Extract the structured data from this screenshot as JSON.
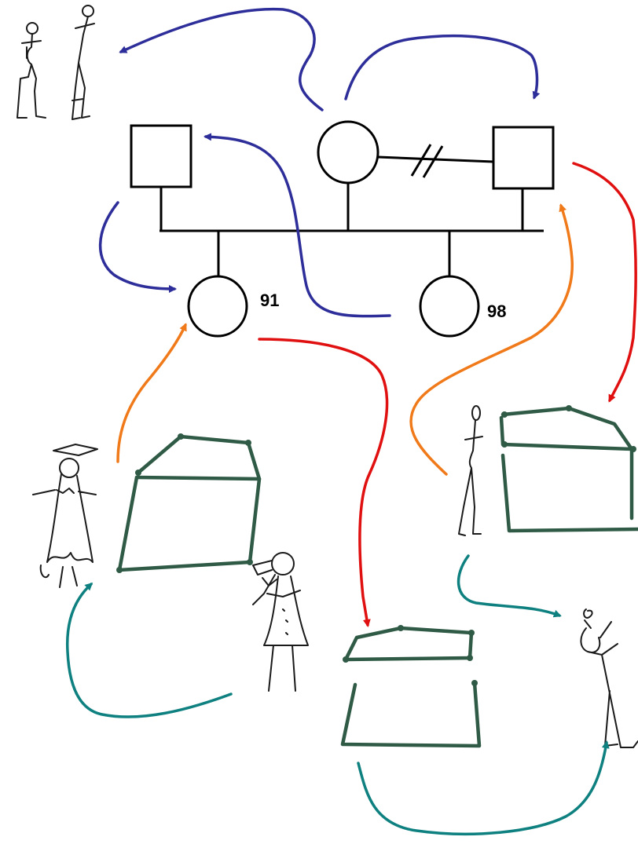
{
  "pedigree": {
    "daughter_1": {
      "symbol": "female",
      "label": "91"
    },
    "daughter_2": {
      "symbol": "female",
      "label": "98"
    },
    "father_1": {
      "symbol": "male"
    },
    "mother": {
      "symbol": "female"
    },
    "father_2": {
      "symbol": "male"
    },
    "divorce_marker": "//"
  },
  "colors": {
    "arrow_blue": "#2e2e9a",
    "arrow_red": "#e01010",
    "arrow_orange": "#f07a1a",
    "arrow_teal": "#0f8080",
    "sketch_green": "#2f5a45",
    "sketch_black": "#1a1a1a"
  },
  "sketches": [
    {
      "name": "stick-figures-pair",
      "icon": "person-pair-sketch"
    },
    {
      "name": "graduate-with-house",
      "icon": "graduate-house-sketch"
    },
    {
      "name": "figure-with-house-right",
      "icon": "person-house-sketch"
    },
    {
      "name": "woman-with-house-bottom",
      "icon": "woman-house-sketch"
    },
    {
      "name": "figure-bottom-right",
      "icon": "person-sketch"
    }
  ]
}
